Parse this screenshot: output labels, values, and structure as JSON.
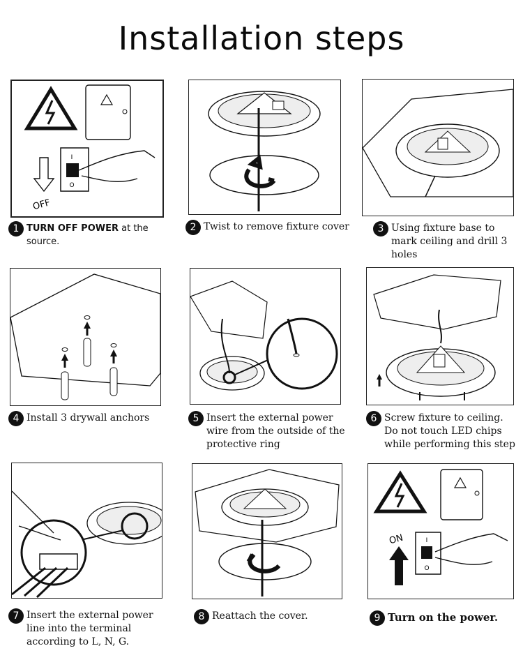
{
  "page": {
    "title": "Installation steps"
  },
  "steps": [
    {
      "number": "1",
      "lead": "TURN OFF POWER",
      "text": " at the source."
    },
    {
      "number": "2",
      "text": "Twist to remove fixture cover"
    },
    {
      "number": "3",
      "text": "Using fixture base to mark ceiling and drill 3 holes"
    },
    {
      "number": "4",
      "text": "Install 3 drywall anchors"
    },
    {
      "number": "5",
      "text": "Insert the external power wire from the  outside of the protective ring"
    },
    {
      "number": "6",
      "text": "Screw fixture to ceiling. Do not touch LED chips while performing this step"
    },
    {
      "number": "7",
      "text": "Insert the external power line into the terminal according to L, N, G."
    },
    {
      "number": "8",
      "text": "Reattach the cover."
    },
    {
      "number": "9",
      "lead": "Turn on the power."
    }
  ],
  "illustration_labels": {
    "off": "OFF",
    "on": "ON",
    "switch_on_mark": "I",
    "switch_off_mark": "O"
  }
}
